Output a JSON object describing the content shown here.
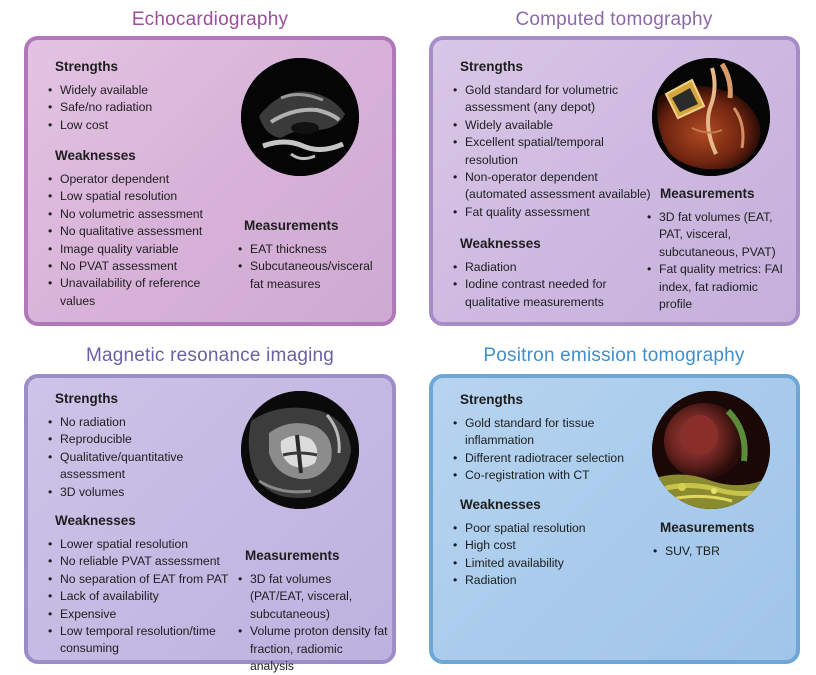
{
  "echo": {
    "title": "Echocardiography",
    "strengths_label": "Strengths",
    "strengths": [
      "Widely available",
      "Safe/no radiation",
      "Low cost"
    ],
    "weaknesses_label": "Weaknesses",
    "weaknesses": [
      "Operator dependent",
      "Low spatial resolution",
      "No volumetric assessment",
      "No qualitative assessment",
      "Image quality variable",
      "No PVAT assessment",
      "Unavailability of reference values"
    ],
    "measurements_label": "Measurements",
    "measurements": [
      "EAT thickness",
      "Subcutaneous/visceral fat measures"
    ]
  },
  "ct": {
    "title": "Computed tomography",
    "strengths_label": "Strengths",
    "strengths": [
      "Gold standard for volumetric assessment (any depot)",
      "Widely available",
      "Excellent spatial/temporal resolution",
      "Non-operator dependent (automated assessment available)",
      "Fat quality assessment"
    ],
    "weaknesses_label": "Weaknesses",
    "weaknesses": [
      "Radiation",
      "Iodine contrast needed for qualitative measurements"
    ],
    "measurements_label": "Measurements",
    "measurements": [
      "3D fat volumes (EAT, PAT, visceral, subcutaneous, PVAT)",
      "Fat quality metrics: FAI index, fat radiomic profile"
    ]
  },
  "mri": {
    "title": "Magnetic resonance imaging",
    "strengths_label": "Strengths",
    "strengths": [
      "No radiation",
      "Reproducible",
      "Qualitative/quantitative assessment",
      "3D volumes"
    ],
    "weaknesses_label": "Weaknesses",
    "weaknesses": [
      "Lower spatial resolution",
      "No reliable PVAT assessment",
      "No separation of EAT from PAT",
      "Lack of availability",
      "Expensive",
      "Low temporal resolution/time consuming"
    ],
    "measurements_label": "Measurements",
    "measurements": [
      "3D fat volumes (PAT/EAT, visceral, subcutaneous)",
      "Volume proton density fat fraction, radiomic analysis"
    ]
  },
  "pet": {
    "title": "Positron emission tomography",
    "strengths_label": "Strengths",
    "strengths": [
      "Gold standard for tissue inflammation",
      "Different radiotracer selection",
      "Co-registration with CT"
    ],
    "weaknesses_label": "Weaknesses",
    "weaknesses": [
      "Poor spatial resolution",
      "High cost",
      "Limited availability",
      "Radiation"
    ],
    "measurements_label": "Measurements",
    "measurements": [
      "SUV, TBR"
    ]
  },
  "colors": {
    "echo_title": "#9a4e9c",
    "ct_title": "#8d68a8",
    "mri_title": "#6a61a6",
    "pet_title": "#3f8fcf"
  }
}
